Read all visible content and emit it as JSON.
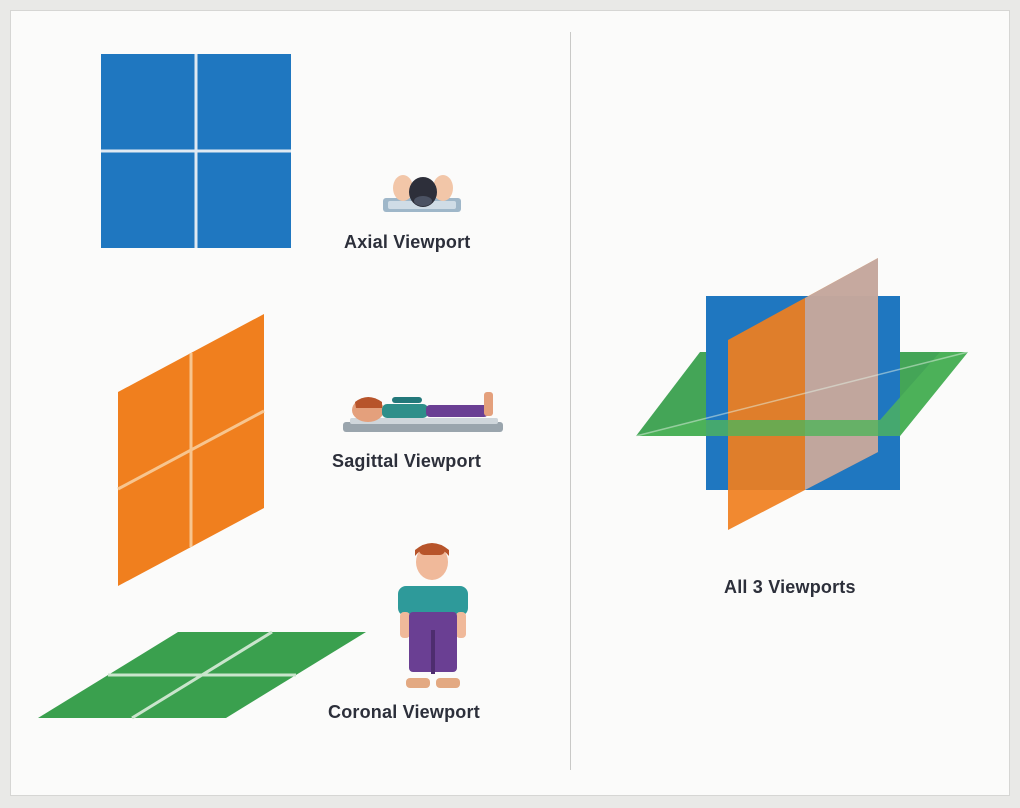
{
  "labels": {
    "axial": "Axial Viewport",
    "sagittal": "Sagittal Viewport",
    "coronal": "Coronal Viewport",
    "all": "All 3 Viewports"
  },
  "colors": {
    "axial_plane": "#1f77c0",
    "sagittal_plane": "#f07f1e",
    "coronal_plane": "#3aa04e",
    "grid_line": "#dfe9f2",
    "divider": "#c9c9c7",
    "label_text": "#2c2f3a"
  },
  "icons": {
    "axial": "patient-head-top-view-icon",
    "sagittal": "patient-lying-side-view-icon",
    "coronal": "patient-standing-front-view-icon"
  }
}
